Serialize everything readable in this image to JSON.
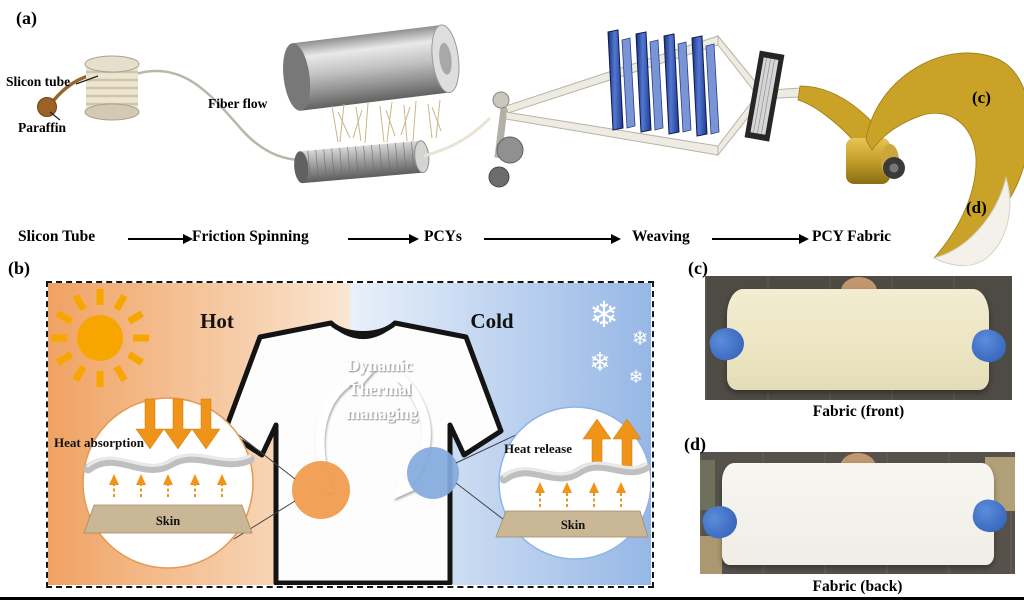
{
  "panel_a": {
    "label": "(a)",
    "silicon_tube_label": "Slicon tube",
    "paraffin_label": "Paraffin",
    "fiber_flow_label": "Fiber flow",
    "process_steps": [
      "Slicon Tube",
      "Friction Spinning",
      "PCYs",
      "Weaving",
      "PCY Fabric"
    ],
    "ref_c": "(c)",
    "ref_d": "(d)"
  },
  "panel_b": {
    "label": "(b)",
    "hot": "Hot",
    "cold": "Cold",
    "snowflake": "❄",
    "cycle_lines": [
      "Dynamic",
      "Thermal",
      "managing"
    ],
    "left_inset": {
      "title": "Heat absorption",
      "skin": "Skin"
    },
    "right_inset": {
      "title": "Heat release",
      "skin": "Skin"
    }
  },
  "panel_c": {
    "label": "(c)",
    "caption": "Fabric (front)"
  },
  "panel_d": {
    "label": "(d)",
    "caption": "Fabric (back)"
  },
  "colors": {
    "pcy_gold": "#c9a227",
    "hot_gradient_start": "#f0a263",
    "cold_gradient_end": "#96b7e6",
    "sun": "#f7a600",
    "heat_arrow": "#ef9418",
    "skin_tan": "#cab795",
    "fabric_front": "#efe9c6",
    "fabric_back": "#f6f4ee",
    "glove_blue": "#2d5cb4",
    "weaving_blade_blue": "#2a4fb0"
  }
}
